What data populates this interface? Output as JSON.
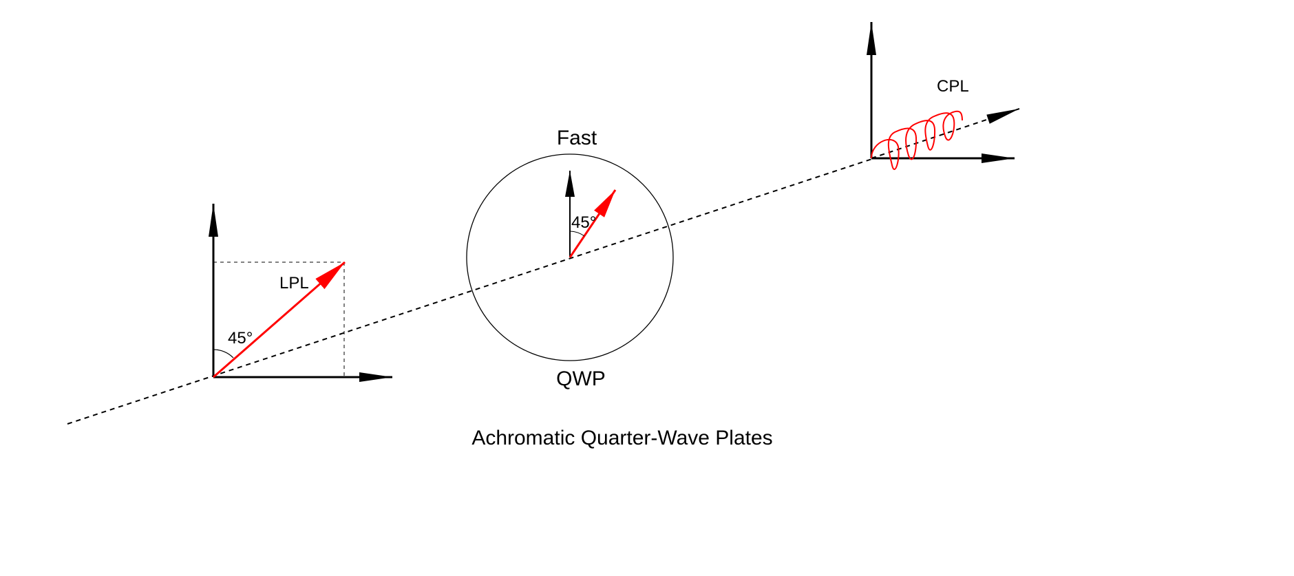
{
  "labels": {
    "lpl": "LPL",
    "angle_in": "45°",
    "fast": "Fast",
    "angle_plate": "45°",
    "qwp": "QWP",
    "cpl": "CPL",
    "caption": "Achromatic Quarter-Wave Plates"
  },
  "colors": {
    "axis": "#000000",
    "polarization": "#ff0000",
    "background": "#ffffff"
  },
  "icons": {
    "axis_arrowhead": "filled-triangle-arrowhead",
    "polarization_arrowhead": "filled-triangle-arrowhead-red"
  }
}
